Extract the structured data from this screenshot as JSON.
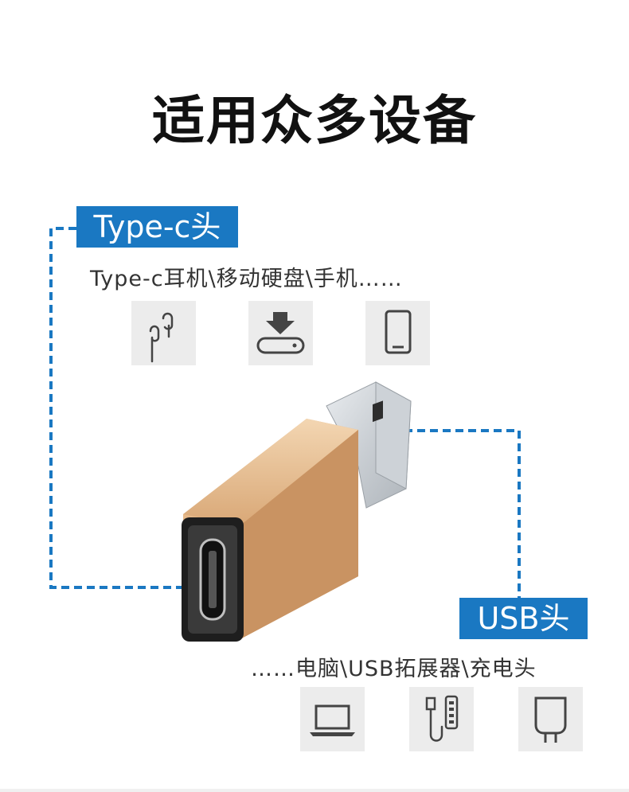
{
  "title": "适用众多设备",
  "typec": {
    "tag": "Type-c头",
    "desc": "Type-c耳机\\移动硬盘\\手机……",
    "icons": [
      "earphones-icon",
      "external-drive-icon",
      "phone-icon"
    ]
  },
  "usb": {
    "tag": "USB头",
    "desc": "……电脑\\USB拓展器\\充电头",
    "icons": [
      "laptop-icon",
      "usb-hub-icon",
      "charger-icon"
    ]
  },
  "colors": {
    "accent": "#1a78c2",
    "icon_bg": "#ececec",
    "adapter_body": "#d9a877"
  }
}
